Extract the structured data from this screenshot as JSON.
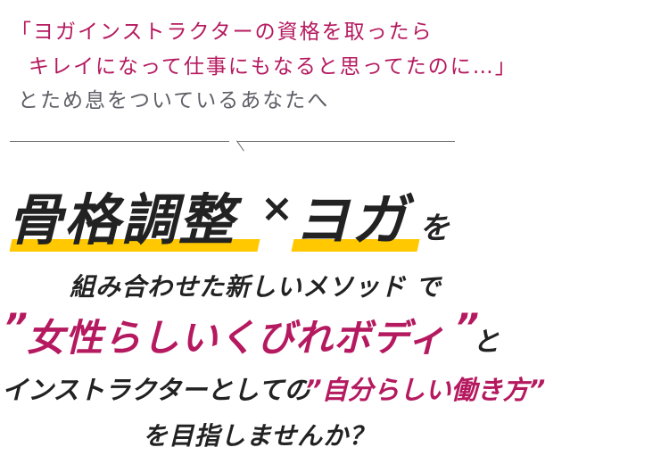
{
  "intro": {
    "line1": "「ヨガインストラクターの資格を取ったら",
    "line2": "キレイになって仕事にもなると思ってたのに…」",
    "line3": "とため息をついているあなたへ"
  },
  "headline": {
    "part1": "骨格調整",
    "cross": "×",
    "part2": "ヨガ",
    "particle": "を"
  },
  "subline": "組み合わせた新しいメソッド で",
  "body": {
    "open_quote": "”",
    "emphasis1": "女性らしいくびれボディ",
    "close_quote": "”",
    "particle1": "と",
    "line4_prefix": "インストラクターとしての",
    "emphasis2": "”自分らしい働き方”",
    "line5": "を目指しませんか？"
  },
  "colors": {
    "pink": "#b5195f",
    "gray": "#5e5e66",
    "black": "#222222",
    "highlight": "#ffc800"
  }
}
